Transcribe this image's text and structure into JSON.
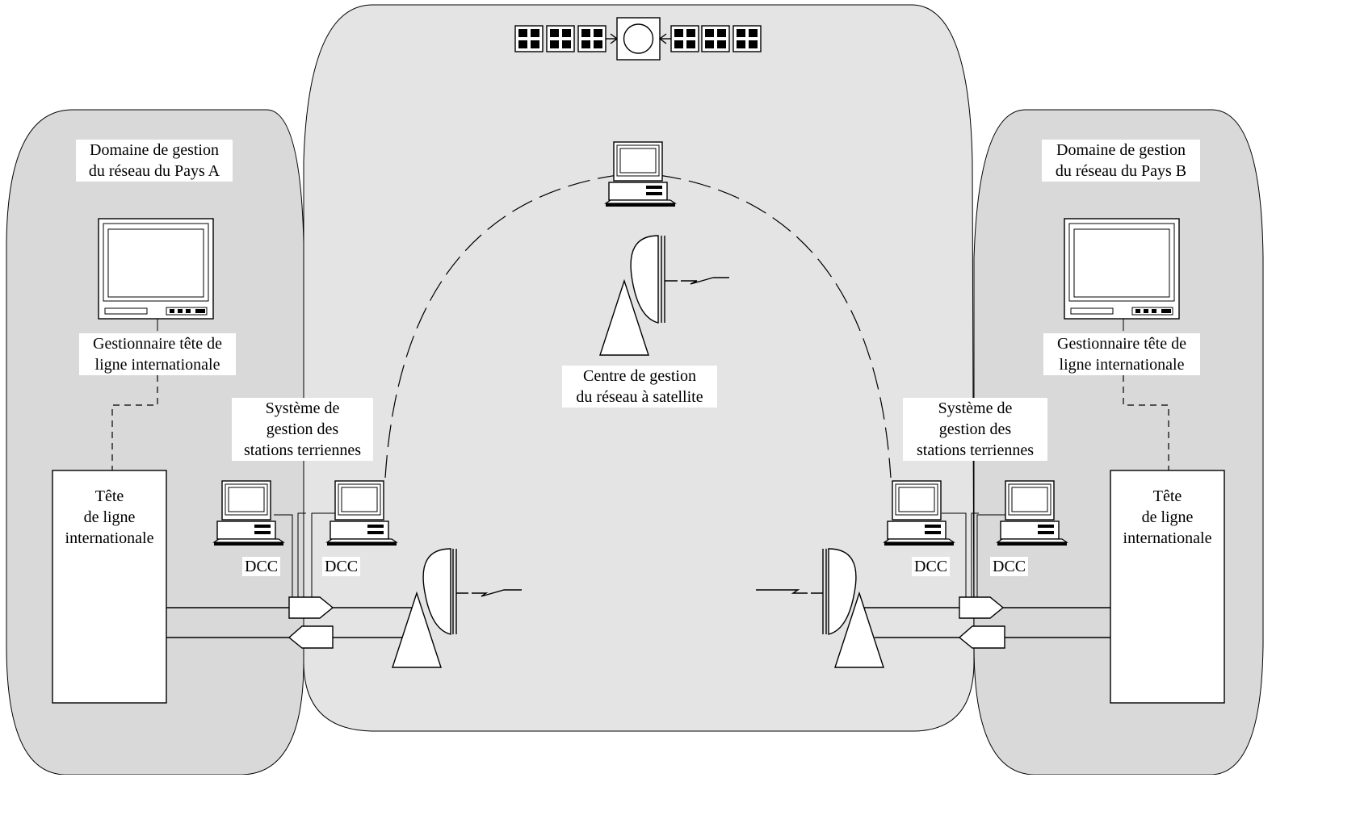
{
  "domains": {
    "country_a": {
      "lines": [
        "Domaine de gestion",
        "du réseau du Pays A"
      ]
    },
    "country_b": {
      "lines": [
        "Domaine de gestion",
        "du réseau du Pays B"
      ]
    }
  },
  "managers": {
    "a": {
      "lines": [
        "Gestionnaire tête de",
        "ligne internationale"
      ]
    },
    "b": {
      "lines": [
        "Gestionnaire tête de",
        "ligne internationale"
      ]
    }
  },
  "heads": {
    "a": {
      "lines": [
        "Tête",
        "de ligne",
        "internationale"
      ]
    },
    "b": {
      "lines": [
        "Tête",
        "de ligne",
        "internationale"
      ]
    }
  },
  "earth_station_mgmt": {
    "left": {
      "lines": [
        "Système de",
        "gestion des",
        "stations terriennes"
      ]
    },
    "right": {
      "lines": [
        "Système de",
        "gestion des",
        "stations terriennes"
      ]
    }
  },
  "satellite_center": {
    "lines": [
      "Centre de gestion",
      "du réseau à satellite"
    ]
  },
  "dcc_label": "DCC",
  "colors": {
    "region_fill": "#d9d9d9",
    "center_fill": "#e4e4e4",
    "line": "#000000",
    "box_fill": "#ffffff"
  },
  "icons": [
    "satellite-icon",
    "monitor-icon",
    "computer-icon",
    "dish-antenna-icon",
    "arrow-connector-icon"
  ]
}
